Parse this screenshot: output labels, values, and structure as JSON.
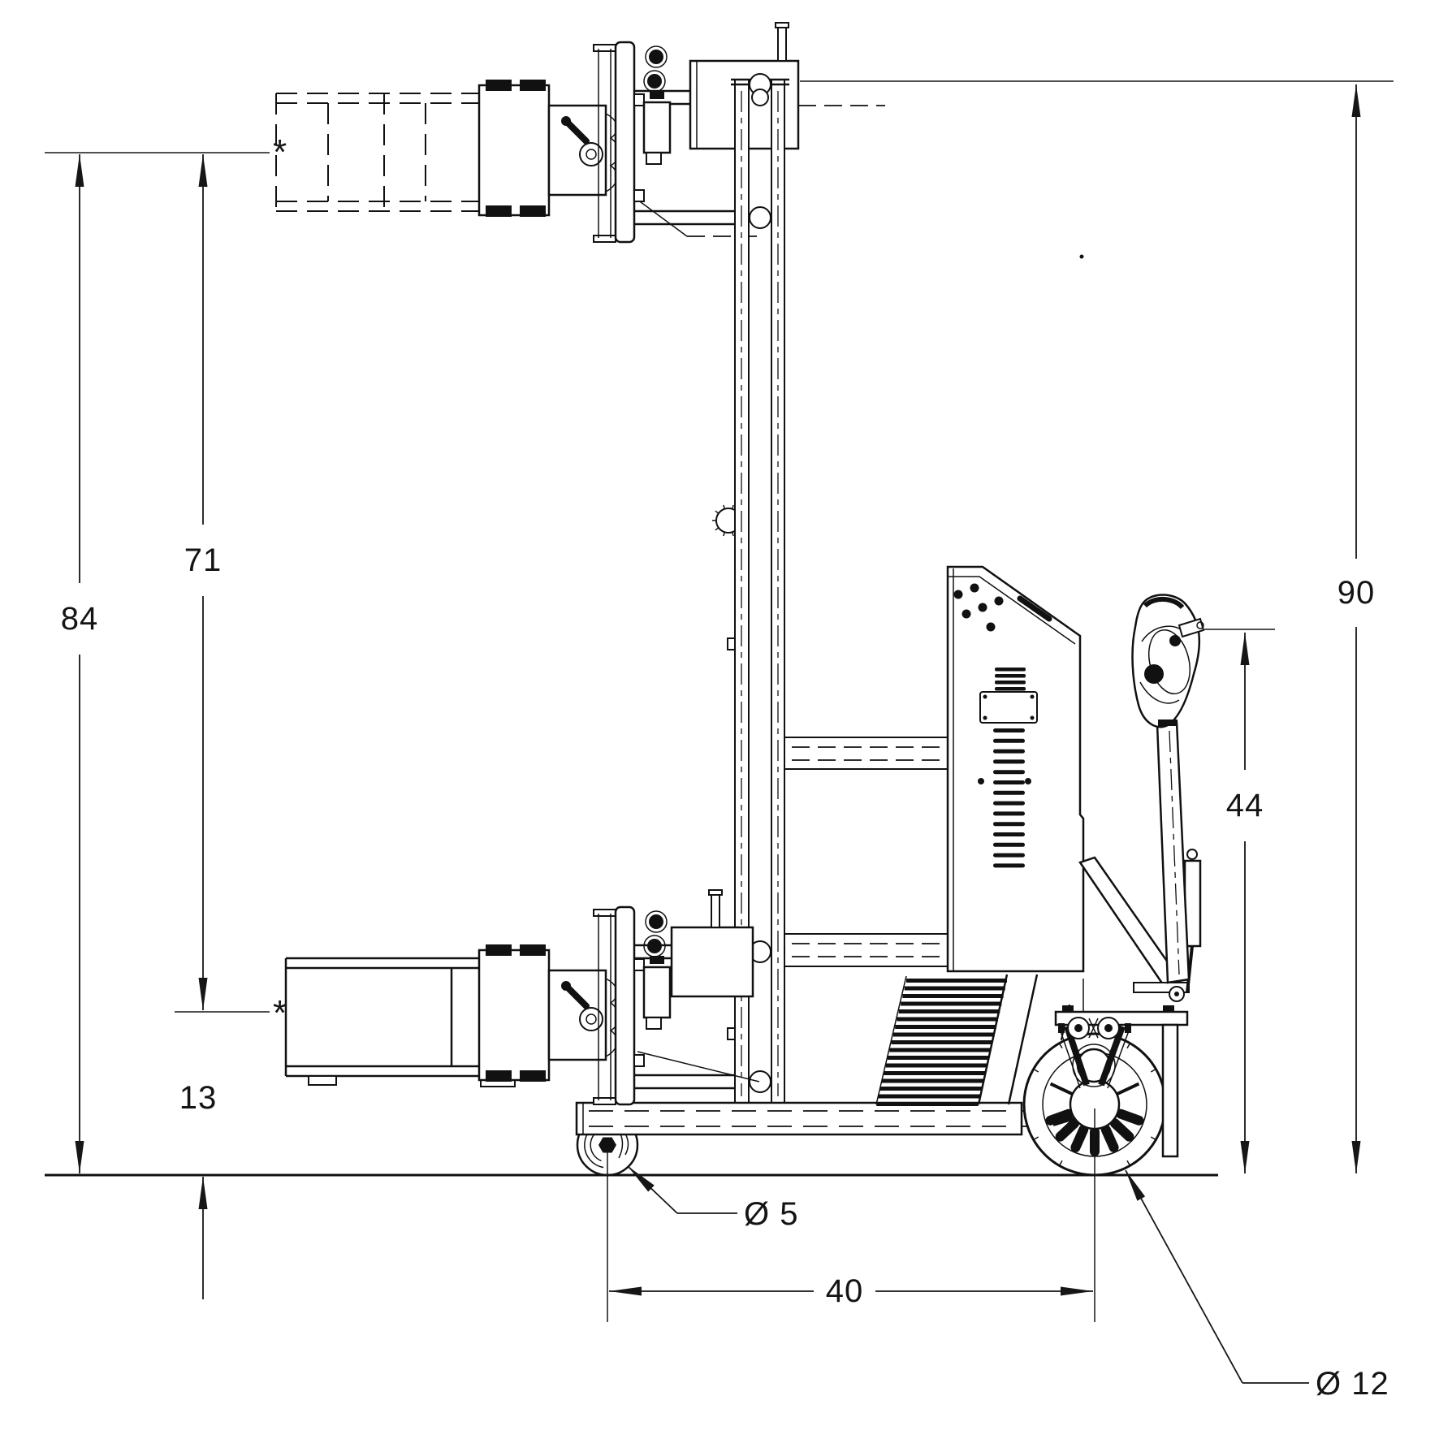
{
  "dims": {
    "floor_to_platform_raised": "84",
    "lift_travel": "71",
    "platform_lowered_height": "13",
    "overall_height": "90",
    "handle_height": "44",
    "wheelbase": "40",
    "caster_wheel_diameter": "Ø 5",
    "drive_wheel_diameter": "Ø 12"
  },
  "marks": {
    "platform_ref_raised": "*",
    "platform_ref_lowered": "*"
  }
}
